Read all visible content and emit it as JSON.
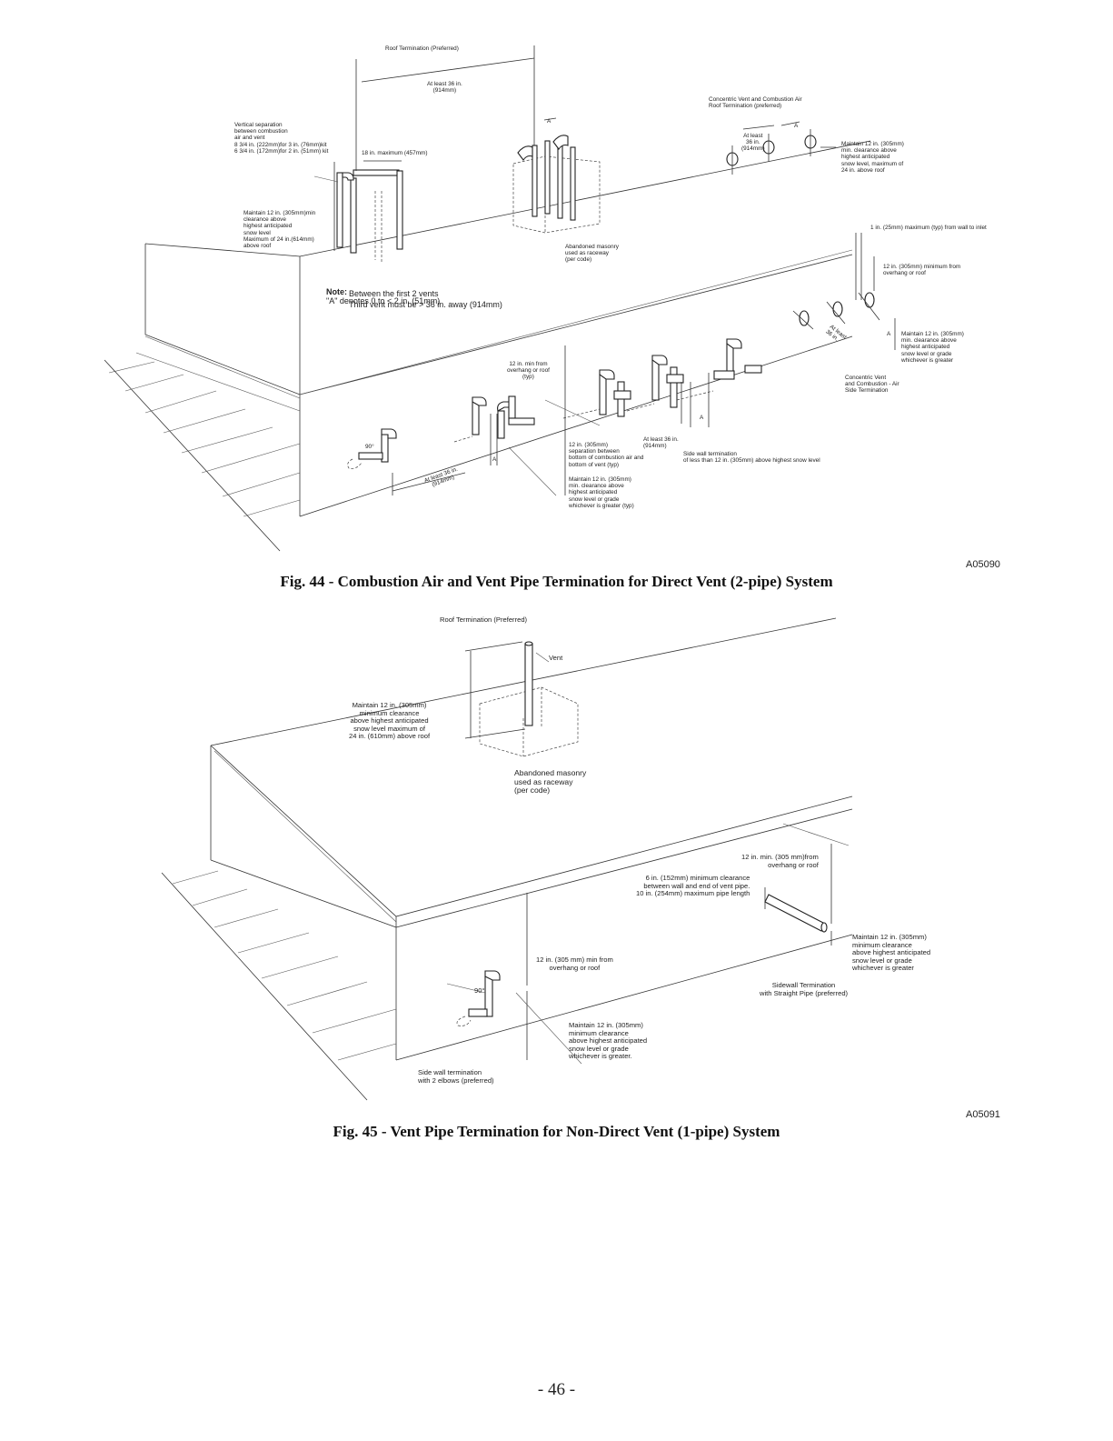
{
  "fig44": {
    "caption": "Fig. 44 - Combustion Air and Vent Pipe Termination for Direct Vent (2-pipe) System",
    "code": "A05090",
    "labels": {
      "roof_termination": "Roof Termination (Preferred)",
      "at_least_36": "At least 36 in.\n(914mm)",
      "vertical_separation": "Vertical separation\nbetween combustion\nair and vent\n8 3/4 in. (222mm)for 3 in. (76mm)kit\n6 3/4 in. (172mm)for 2 in. (51mm) kit",
      "max_18": "18 in. maximum (457mm)",
      "maintain_12_roof": "Maintain 12 in. (305mm)min\nclearance above\nhighest anticipated\nsnow level\nMaximum of 24 in.(614mm)\nabove roof",
      "abandoned_masonry": "Abandoned masonry\nused as raceway\n(per code)",
      "concentric_roof": "Concentric Vent and Combustion Air\nRoof Termination (preferred)",
      "at_least_36_concentric": "At least\n36 in.\n(914mm)",
      "maintain_12_concentric": "Maintain 12 in. (305mm)\nmin. clearance above\nhighest anticipated\nsnow level, maximum of\n24 in. above roof",
      "one_in_max": "1 in. (25mm) maximum (typ) from wall to inlet",
      "twelve_min_overhang_right": "12 in. (305mm) minimum from\noverhang or roof",
      "maintain_12_side": "Maintain 12 in. (305mm)\nmin. clearance above\nhighest anticipated\nsnow level or grade\nwhichever is greater",
      "concentric_side": "Concentric Vent\nand Combustion - Air\nSide Termination",
      "at_least_36_side": "At least\n36 in.",
      "twelve_min_overhang_typ": "12 in. min from\noverhang or roof\n(typ)",
      "twelve_separation": "12 in. (305mm)\nseparation between\nbottom of combustion air and\nbottom of vent (typ)",
      "at_least_36_mid": "At least 36 in.\n(914mm)",
      "side_wall_less_12": "Side wall termination\nof less than 12 in. (305mm) above highest snow level",
      "maintain_12_grade": "Maintain 12 in. (305mm)\nmin. clearance above\nhighest anticipated\nsnow level or grade\nwhichever is greater (typ)",
      "at_least_36_left": "At least 36 in.\n(914mm)",
      "ninety": "90°",
      "a": "A"
    },
    "note": {
      "prefix": "Note:",
      "line1": "\"A\" denotes 0 to < 2 in. (51mm)",
      "line2": "Between the first 2 vents",
      "line3": "Third vent must be > 36 in. away (914mm)"
    }
  },
  "fig45": {
    "caption": "Fig. 45 - Vent Pipe Termination for Non-Direct Vent (1-pipe) System",
    "code": "A05091",
    "labels": {
      "roof_termination": "Roof Termination (Preferred)",
      "vent": "Vent",
      "maintain_12_roof": "Maintain 12 in. (305mm)\nminimum clearance\nabove highest anticipated\nsnow level maximum of\n24 in. (610mm) above roof",
      "abandoned_masonry": "Abandoned masonry\nused as raceway\n(per code)",
      "twelve_min_overhang_right": "12 in. min. (305 mm)from\noverhang or roof",
      "six_in_clearance": "6 in. (152mm) minimum clearance\nbetween wall and end of vent pipe.\n10 in. (254mm) maximum pipe length",
      "maintain_12_right": "Maintain 12 in. (305mm)\nminimum clearance\nabove highest anticipated\nsnow level or grade\nwhichever is greater",
      "sidewall_straight": "Sidewall Termination\nwith Straight Pipe (preferred)",
      "twelve_min_overhang_left": "12 in. (305 mm) min from\noverhang or roof",
      "maintain_12_bottom": "Maintain 12 in. (305mm)\nminimum clearance\nabove highest anticipated\nsnow level or grade\nwhichever is greater.",
      "side_wall_2elbows": "Side wall termination\nwith 2 elbows (preferred)",
      "ninety": "90°"
    }
  },
  "page_number": "- 46 -"
}
